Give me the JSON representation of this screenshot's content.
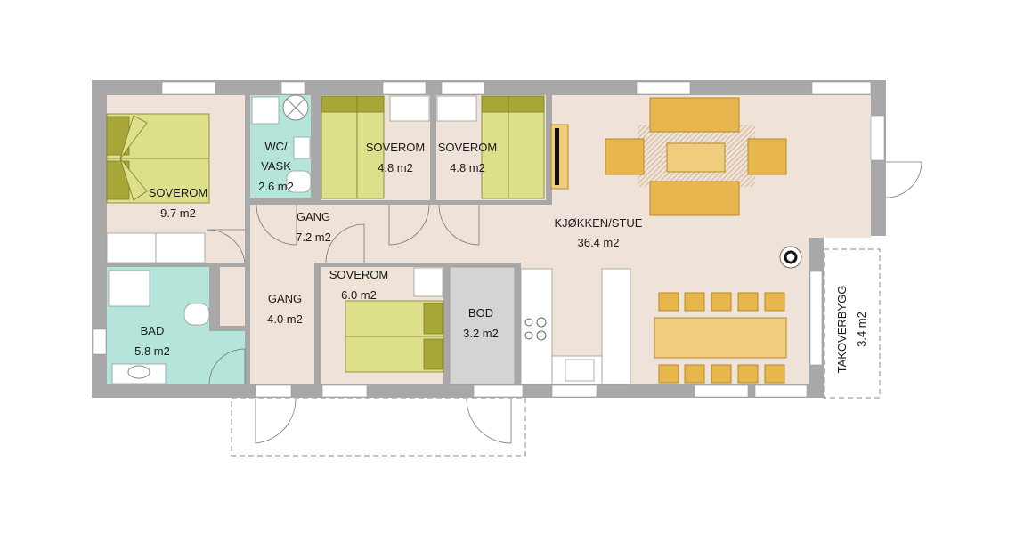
{
  "rooms": {
    "bedroom_large": {
      "name": "SOVEROM",
      "area": "9.7 m2"
    },
    "wc": {
      "name_line1": "WC/",
      "name_line2": "VASK",
      "area": "2.6 m2"
    },
    "bedroom_a": {
      "name": "SOVEROM",
      "area": "4.8 m2"
    },
    "bedroom_b": {
      "name": "SOVEROM",
      "area": "4.8 m2"
    },
    "kitchen_living": {
      "name": "KJØKKEN/STUE",
      "area": "36.4 m2"
    },
    "hallway_upper": {
      "name": "GANG",
      "area": "7.2 m2"
    },
    "hallway_lower": {
      "name": "GANG",
      "area": "4.0 m2"
    },
    "bathroom": {
      "name": "BAD",
      "area": "5.8 m2"
    },
    "bedroom_small": {
      "name": "SOVEROM",
      "area": "6.0 m2"
    },
    "storage": {
      "name": "BOD",
      "area": "3.2 m2"
    },
    "covered_porch": {
      "name": "TAKOVERBYGG",
      "area": "3.4 m2"
    }
  },
  "colors": {
    "wall": "#a8a8a8",
    "floor": "#efe3d9",
    "tile": "#b4e4da",
    "bed": "#dde08a",
    "sofa": "#e7b74e",
    "storage": "#d4d4d4"
  }
}
